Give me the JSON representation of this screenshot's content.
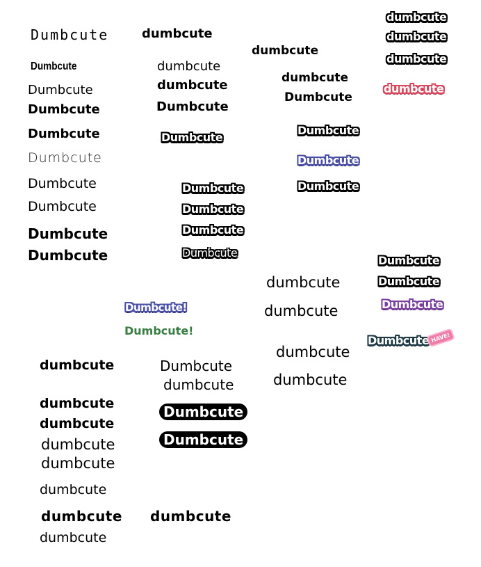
{
  "words": {
    "w1": "Dumbcute",
    "w2": "Dumbcute",
    "w3": "dumbcute",
    "w4": "dumbcute",
    "w5": "dumbcute",
    "w6": "dumbcute",
    "w7": "Dumbcute",
    "w8": "Dumbcute",
    "w9": "dumbcute",
    "w10": "Dumbcute",
    "w11": "Dumbcute",
    "w12": "dumbcute",
    "w13": "Dumbcute",
    "w14": "Dumbcute",
    "w15": "Dumbcute",
    "w16": "Dumbcute",
    "w17": "Dumbcute",
    "w18": "Dumbcute",
    "w19": "Dumbcute",
    "w20": "Dumbcute",
    "w21": "Dumbcute",
    "w22": "Dumbcute",
    "w23": "Dumbcute",
    "w24": "Dumbcute",
    "w25": "Dumbcute",
    "w26": "Dumbcute",
    "w27": "Dumbcute",
    "w28": "Dumbcute",
    "w29": "Dumbcute",
    "w30": "Dumbcute",
    "w31": "Dumbcute",
    "w32": "dumbcute",
    "w33": "Dumbcute",
    "w34": "Dumbcute!",
    "w35": "dumbcute",
    "w36": "Dumbcute",
    "w37": "Dumbcute!",
    "w38": "Dumbcute",
    "w39": "dumbcute",
    "w40": "dumbcute",
    "w41": "dumbcute",
    "w42": "dumbcute",
    "w43": "dumbcute",
    "w44": "dumbcute",
    "w45": "dumbcute",
    "w46": "dumbcute",
    "w47": "dumbcute",
    "w48": "dumbcute",
    "w49": "dumbcute",
    "w50": "dumbcute",
    "w51": "dumbcute",
    "w52": "dumbcute",
    "w53": "dumbcute",
    "badge": "HAVE!"
  },
  "colors": {
    "blue": "#4b4fa6",
    "pink": "#d8475e",
    "purple": "#7a3fa0",
    "teal": "#1f3a45",
    "green": "#3a7d44"
  }
}
